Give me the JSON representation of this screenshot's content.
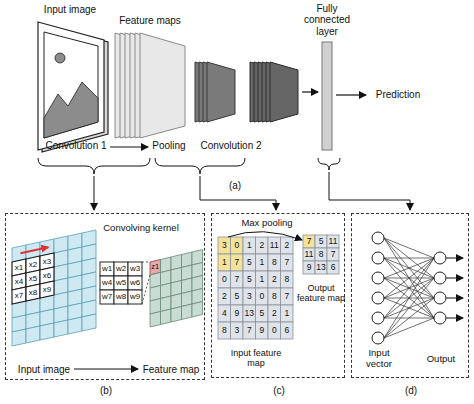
{
  "diagram": {
    "nodes": [
      {
        "text": [
          "Convolving kernel",
          "Input image",
          "Feature map",
          "(b)"
        ]
      },
      {
        "text": [
          "Max pooling",
          "Input feature map",
          "Output feature map",
          "(c)"
        ]
      },
      {
        "text": [
          "Input vector",
          "Output",
          "(d)"
        ]
      }
    ],
    "labels": [
      "Input image",
      "Feature maps",
      "Fully connected layer",
      "Prediction",
      "Convolution 1",
      "Pooling",
      "Convolution 2",
      "(a)",
      "x1",
      "x2",
      "x3",
      "x4",
      "x5",
      "x6",
      "x7",
      "x8",
      "x9",
      "w1",
      "w2",
      "w3",
      "w4",
      "w5",
      "w6",
      "w7",
      "w8",
      "w9",
      "z1",
      "3",
      "0",
      "1",
      "2",
      "11",
      "2",
      "1",
      "7",
      "5",
      "1",
      "8",
      "7",
      "0",
      "7",
      "5",
      "1",
      "2",
      "8",
      "2",
      "5",
      "3",
      "0",
      "8",
      "7",
      "4",
      "9",
      "13",
      "5",
      "2",
      "1",
      "8",
      "3",
      "7",
      "9",
      "0",
      "6",
      "7",
      "5",
      "11",
      "11",
      "8",
      "7",
      "9",
      "13",
      "6"
    ]
  }
}
